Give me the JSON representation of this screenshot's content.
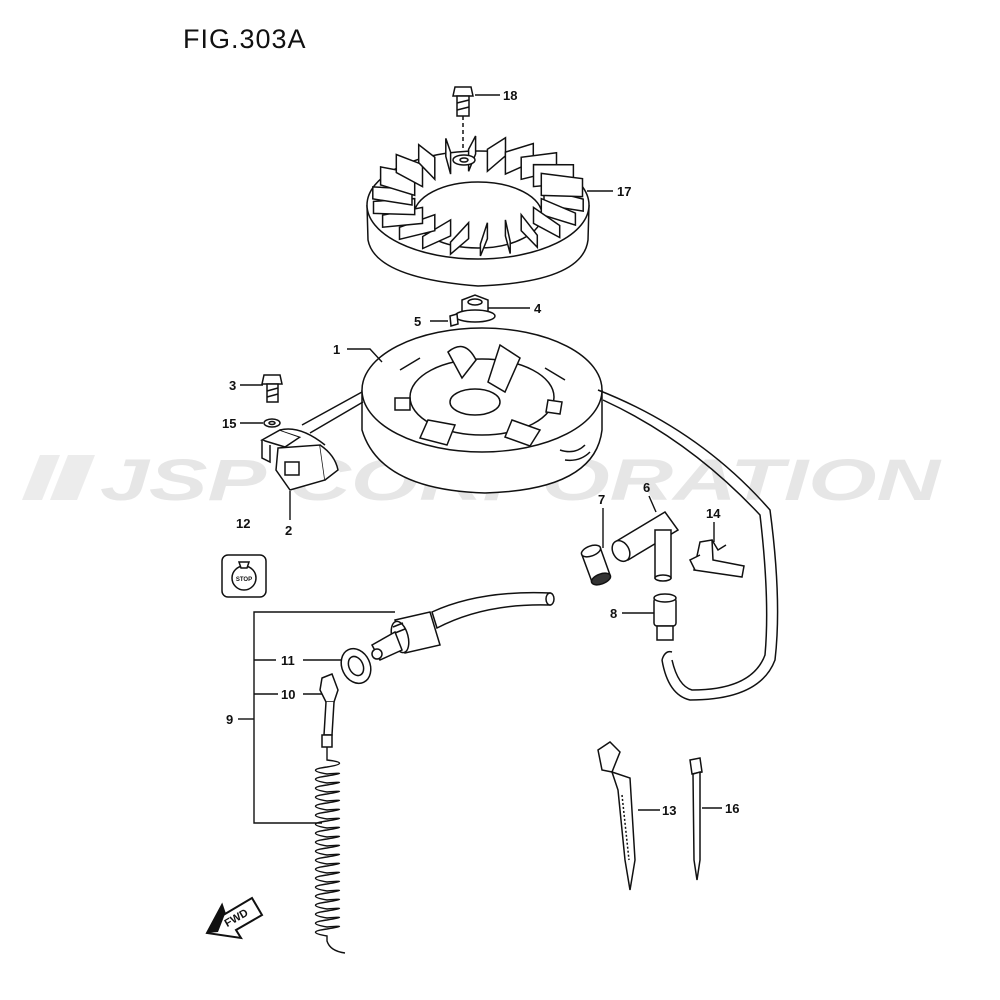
{
  "figure": {
    "title": "FIG.303A"
  },
  "watermark": {
    "text": "JSP CORPORATION",
    "color": "#e6e6e6"
  },
  "callouts": [
    {
      "id": "1",
      "label": "1"
    },
    {
      "id": "2",
      "label": "2"
    },
    {
      "id": "3",
      "label": "3"
    },
    {
      "id": "4",
      "label": "4"
    },
    {
      "id": "5",
      "label": "5"
    },
    {
      "id": "6",
      "label": "6"
    },
    {
      "id": "7",
      "label": "7"
    },
    {
      "id": "8",
      "label": "8"
    },
    {
      "id": "9",
      "label": "9"
    },
    {
      "id": "10",
      "label": "10"
    },
    {
      "id": "11",
      "label": "11"
    },
    {
      "id": "12",
      "label": "12"
    },
    {
      "id": "13",
      "label": "13"
    },
    {
      "id": "14",
      "label": "14"
    },
    {
      "id": "15",
      "label": "15"
    },
    {
      "id": "16",
      "label": "16"
    },
    {
      "id": "17",
      "label": "17"
    },
    {
      "id": "18",
      "label": "18"
    }
  ],
  "stop_switch": {
    "label": "STOP"
  },
  "direction": {
    "label": "FWD"
  }
}
